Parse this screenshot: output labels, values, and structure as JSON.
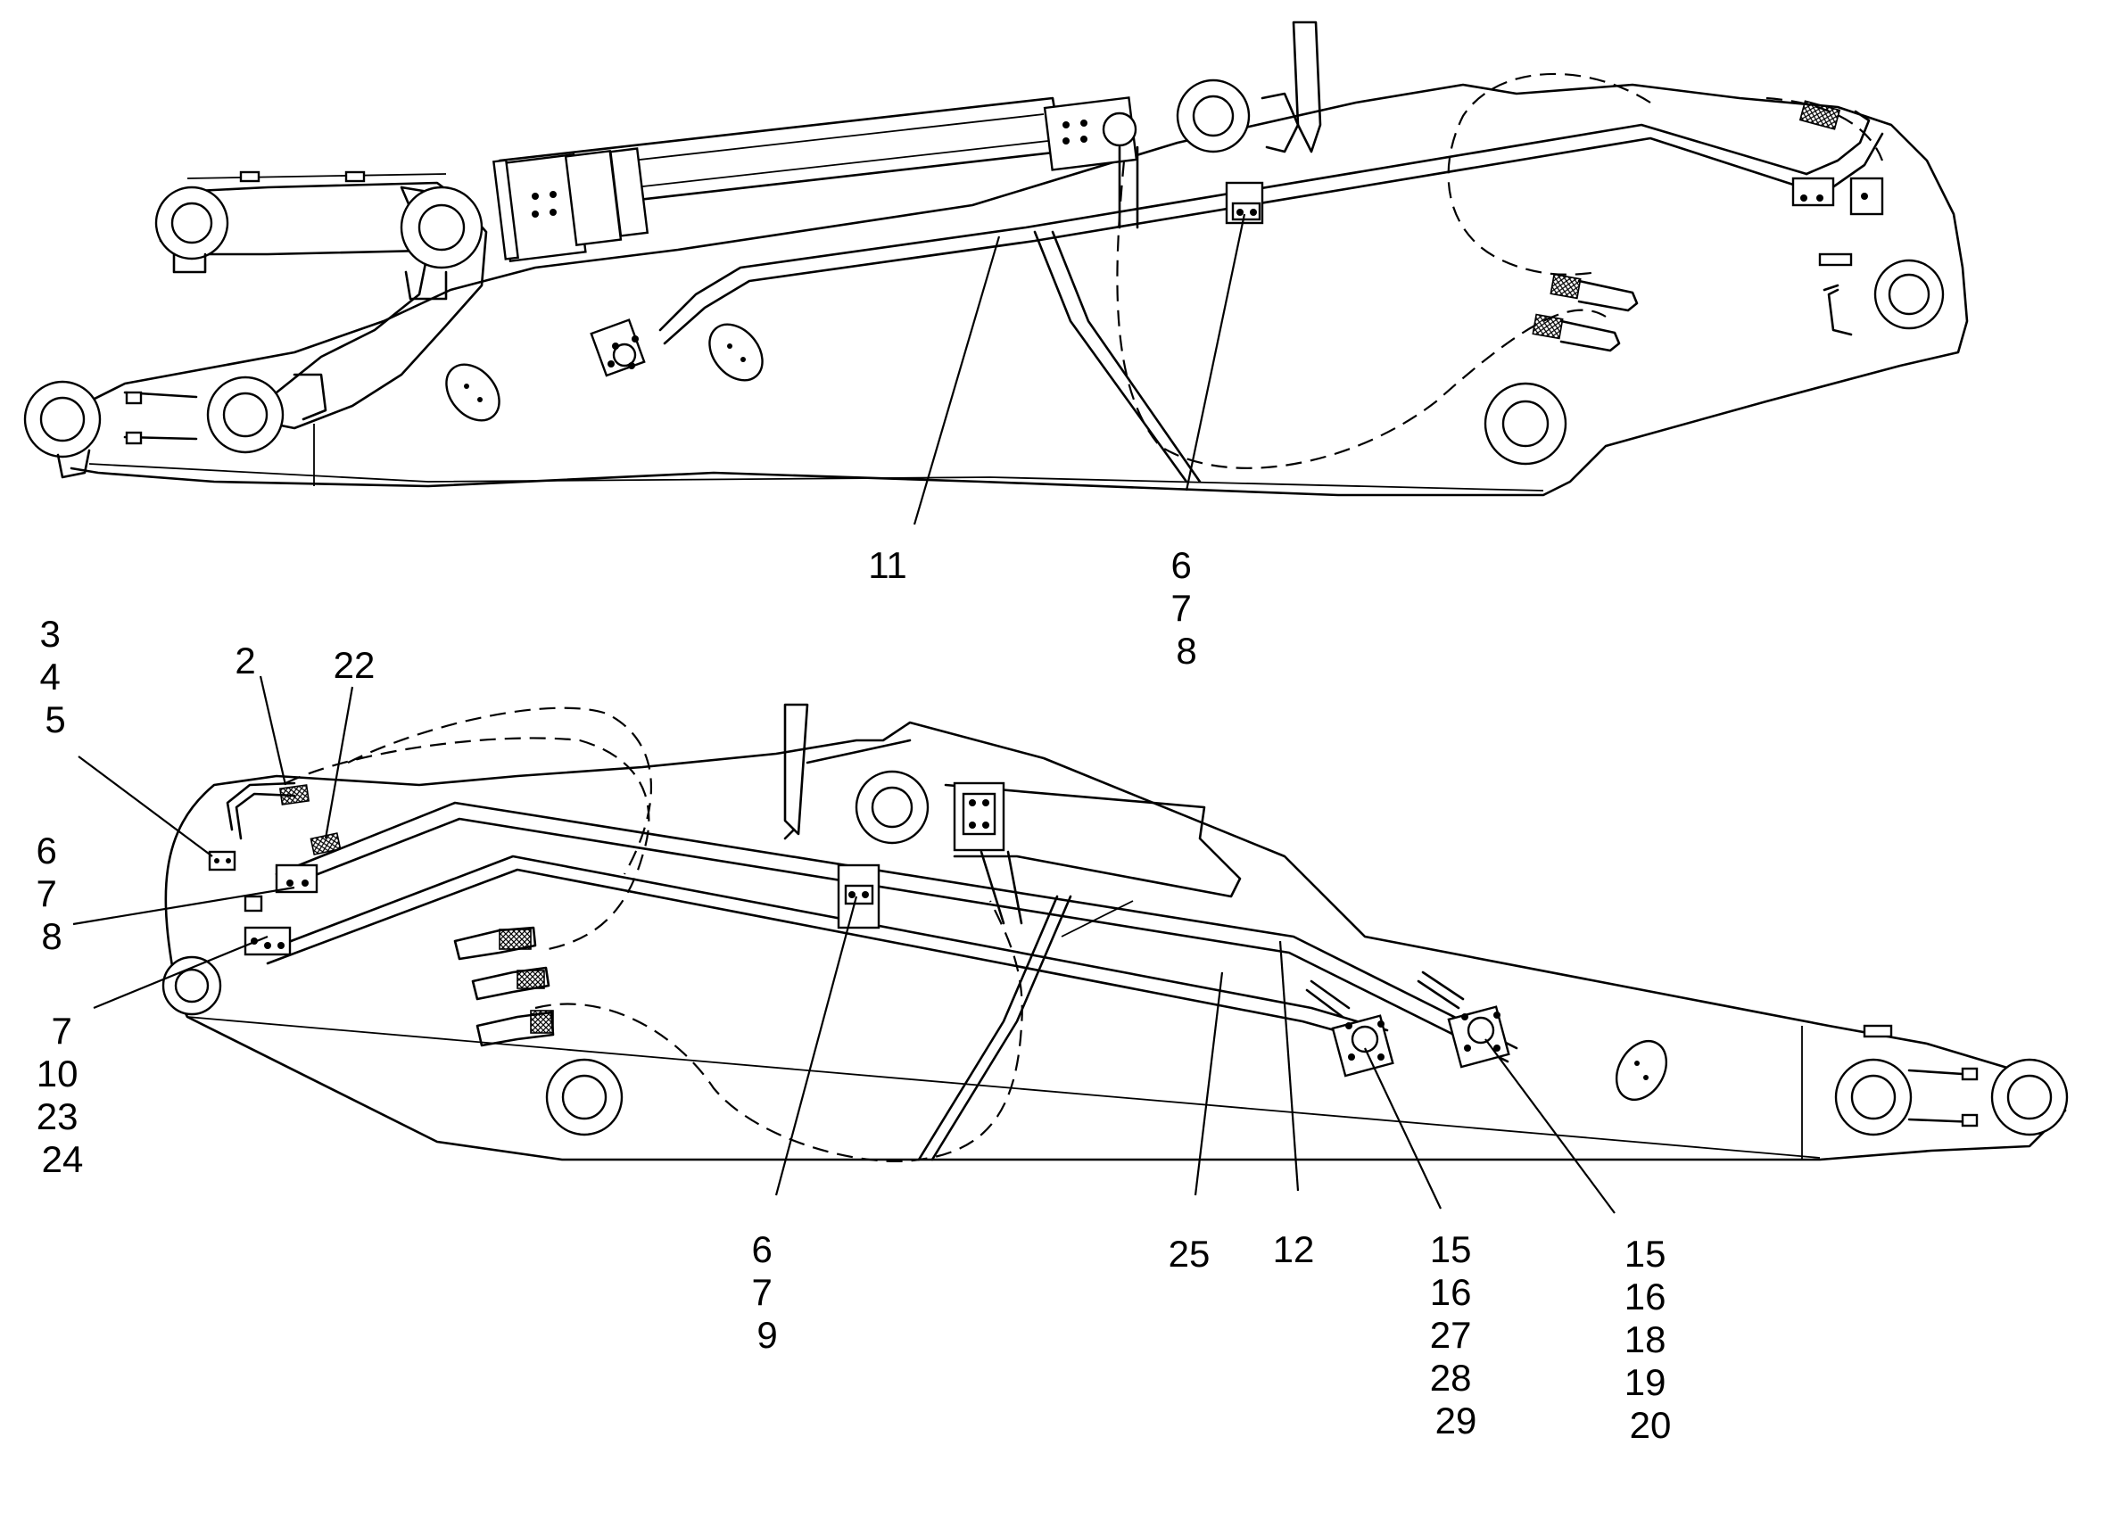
{
  "diagram": {
    "top_view": {
      "callouts": [
        {
          "id": "callout-11",
          "lines": [
            "11"
          ]
        },
        {
          "id": "callout-6-7-8-top",
          "lines": [
            "6",
            "7",
            "8"
          ]
        }
      ]
    },
    "bottom_view": {
      "callouts": [
        {
          "id": "callout-3-4-5",
          "lines": [
            "3",
            "4",
            "5"
          ]
        },
        {
          "id": "callout-2",
          "lines": [
            "2"
          ]
        },
        {
          "id": "callout-22",
          "lines": [
            "22"
          ]
        },
        {
          "id": "callout-6-7-8-left",
          "lines": [
            "6",
            "7",
            "8"
          ]
        },
        {
          "id": "callout-7-10-23-24",
          "lines": [
            "7",
            "10",
            "23",
            "24"
          ]
        },
        {
          "id": "callout-6-7-9",
          "lines": [
            "6",
            "7",
            "9"
          ]
        },
        {
          "id": "callout-25",
          "lines": [
            "25"
          ]
        },
        {
          "id": "callout-12",
          "lines": [
            "12"
          ]
        },
        {
          "id": "callout-15-16-27-28-29",
          "lines": [
            "15",
            "16",
            "27",
            "28",
            "29"
          ]
        },
        {
          "id": "callout-15-16-18-19-20",
          "lines": [
            "15",
            "16",
            "18",
            "19",
            "20"
          ]
        }
      ]
    }
  }
}
